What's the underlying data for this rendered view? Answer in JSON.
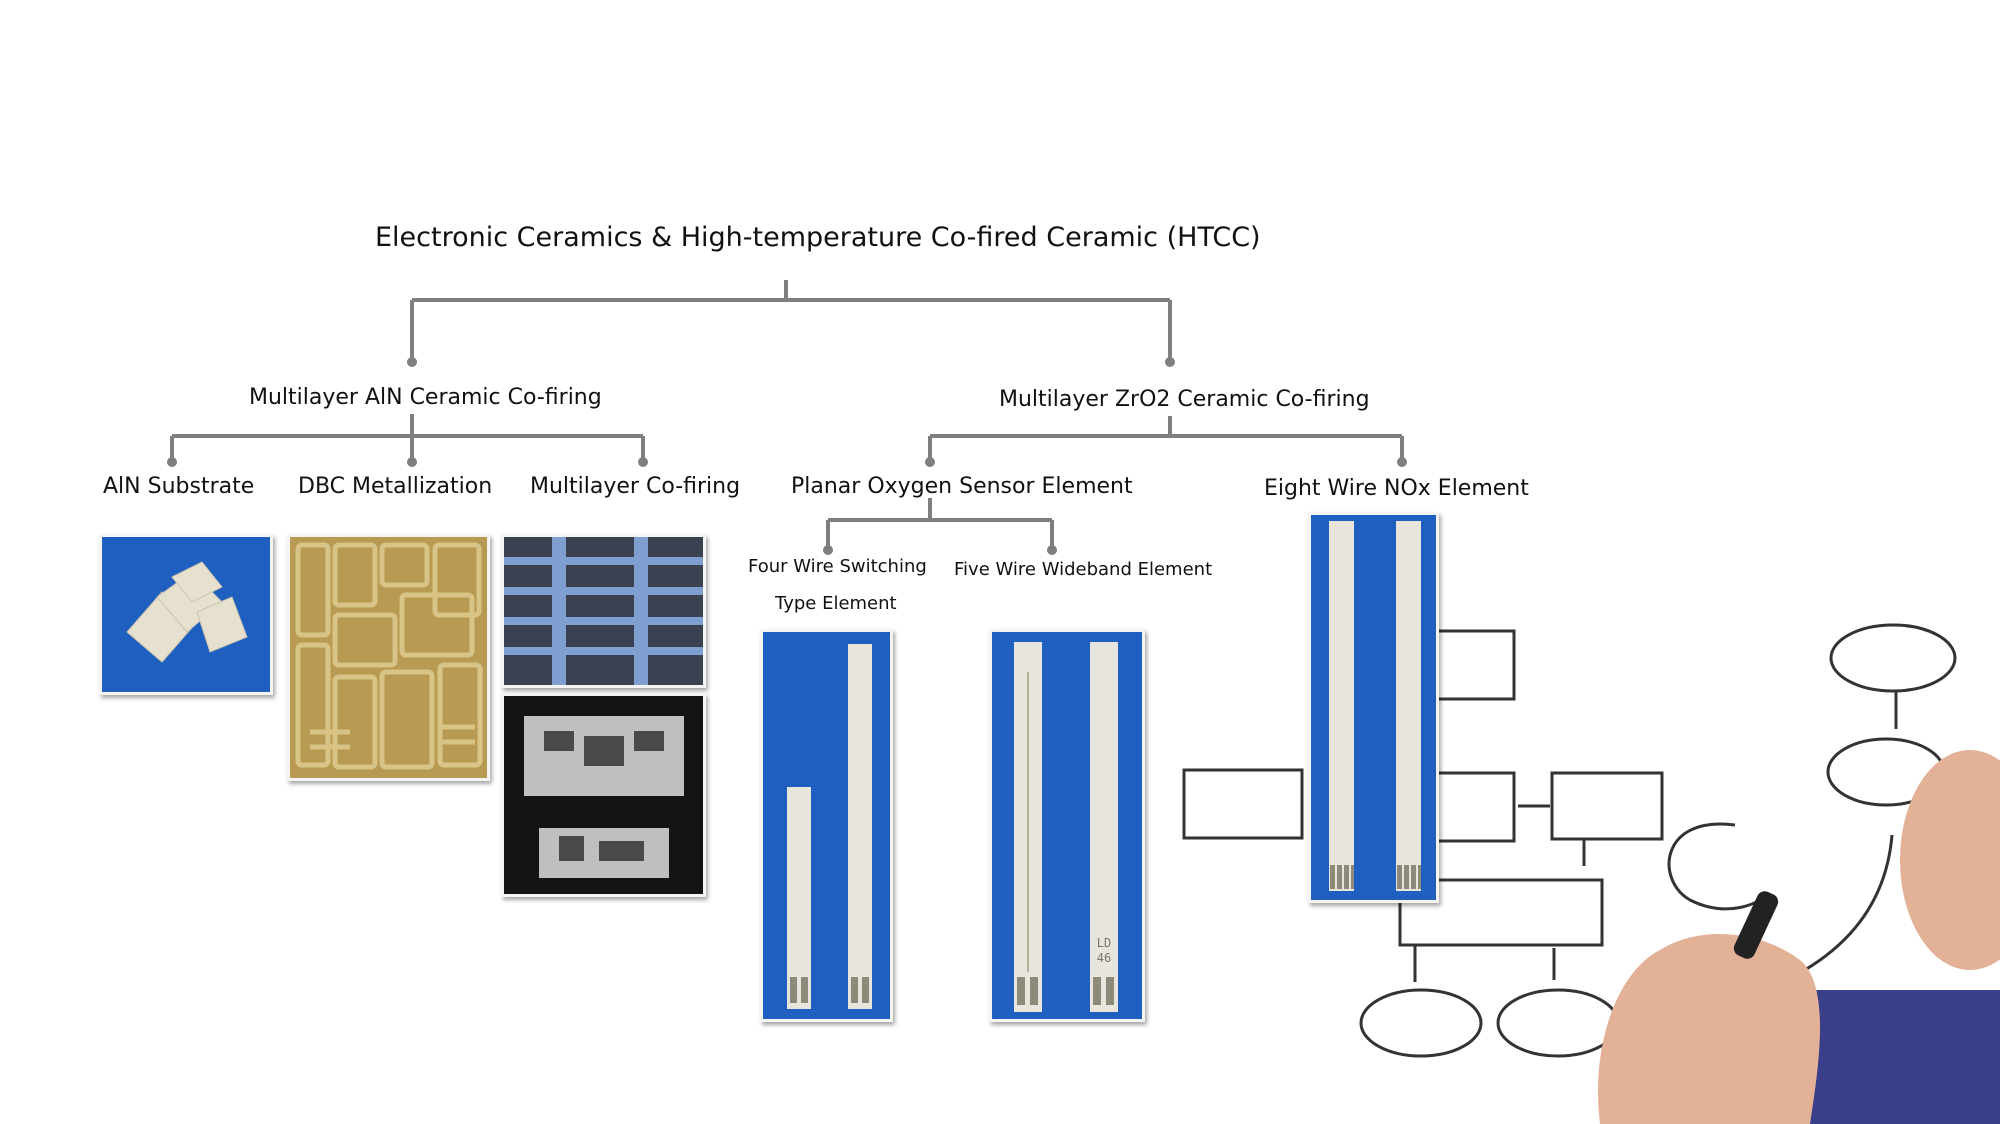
{
  "title": "Electronic Ceramics & High-temperature Co-fired Ceramic (HTCC)",
  "branches": {
    "aln": {
      "label": "Multilayer AlN Ceramic Co-firing",
      "children": {
        "substrate": "AlN Substrate",
        "dbc": "DBC Metallization",
        "cofiring": "Multilayer Co-firing"
      }
    },
    "zro2": {
      "label": "Multilayer ZrO2 Ceramic Co-firing",
      "children": {
        "planar": {
          "label": "Planar Oxygen Sensor Element",
          "children": {
            "four_wire_line1": "Four Wire Switching",
            "four_wire_line2": "Type Element",
            "five_wire": "Five Wire Wideband Element"
          }
        },
        "nox": "Eight Wire NOx Element"
      }
    }
  },
  "photo_marking": {
    "line1": "LD",
    "line2": "46"
  },
  "colors": {
    "connector": "#7f7f7f",
    "photo_blue": "#1f5fc0",
    "photo_dark": "#3a4150",
    "dbc_gold": "#b89a52",
    "sketch_line": "#333333",
    "shirt": "#3a3f8a",
    "skin": "#e2b196"
  }
}
